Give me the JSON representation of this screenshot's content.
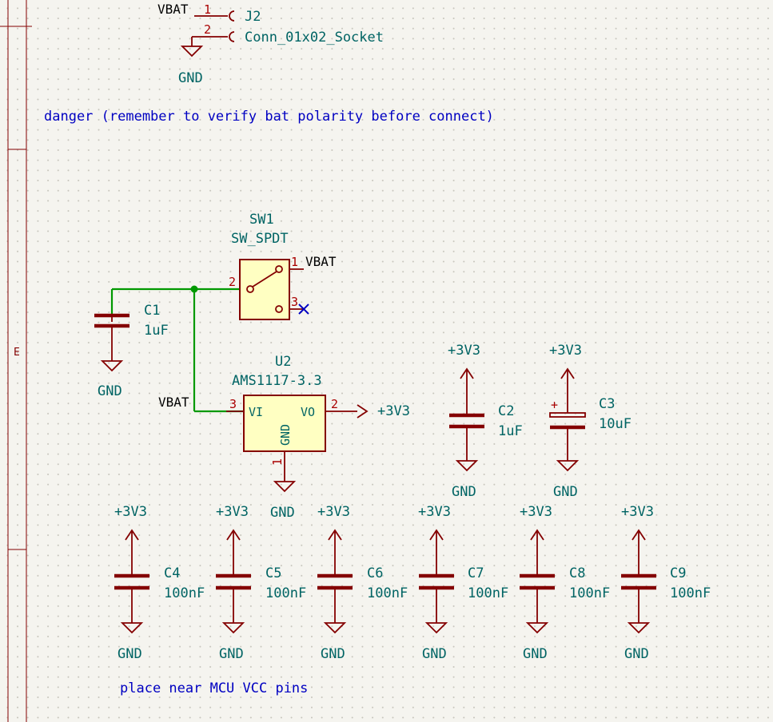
{
  "border": {
    "row_letter": "E"
  },
  "notes": {
    "danger": "danger (remember to verify bat polarity before connect)",
    "placement": "place near MCU VCC pins"
  },
  "nets": {
    "vbat": "VBAT",
    "v33": "+3V3",
    "gnd": "GND"
  },
  "colors": {
    "wire": "#009900",
    "symbol": "#840000",
    "body_fill": "#ffffc2",
    "ref_text": "#006464",
    "pin_number": "#a90000",
    "note_text": "#0000c2",
    "background": "#f5f4ef"
  },
  "components": {
    "j2": {
      "ref": "J2",
      "value": "Conn_01x02_Socket",
      "pin1": "1",
      "pin2": "2"
    },
    "sw1": {
      "ref": "SW1",
      "value": "SW_SPDT",
      "pin1": "1",
      "pin2": "2",
      "pin3": "3"
    },
    "u2": {
      "ref": "U2",
      "value": "AMS1117-3.3",
      "pin_vi": "VI",
      "pin_vo": "VO",
      "pin_gnd": "GND",
      "pin1": "1",
      "pin2": "2",
      "pin3": "3"
    },
    "c1": {
      "ref": "C1",
      "value": "1uF"
    },
    "c2": {
      "ref": "C2",
      "value": "1uF"
    },
    "c3": {
      "ref": "C3",
      "value": "10uF",
      "polarity": "+"
    },
    "c4": {
      "ref": "C4",
      "value": "100nF"
    },
    "c5": {
      "ref": "C5",
      "value": "100nF"
    },
    "c6": {
      "ref": "C6",
      "value": "100nF"
    },
    "c7": {
      "ref": "C7",
      "value": "100nF"
    },
    "c8": {
      "ref": "C8",
      "value": "100nF"
    },
    "c9": {
      "ref": "C9",
      "value": "100nF"
    }
  }
}
